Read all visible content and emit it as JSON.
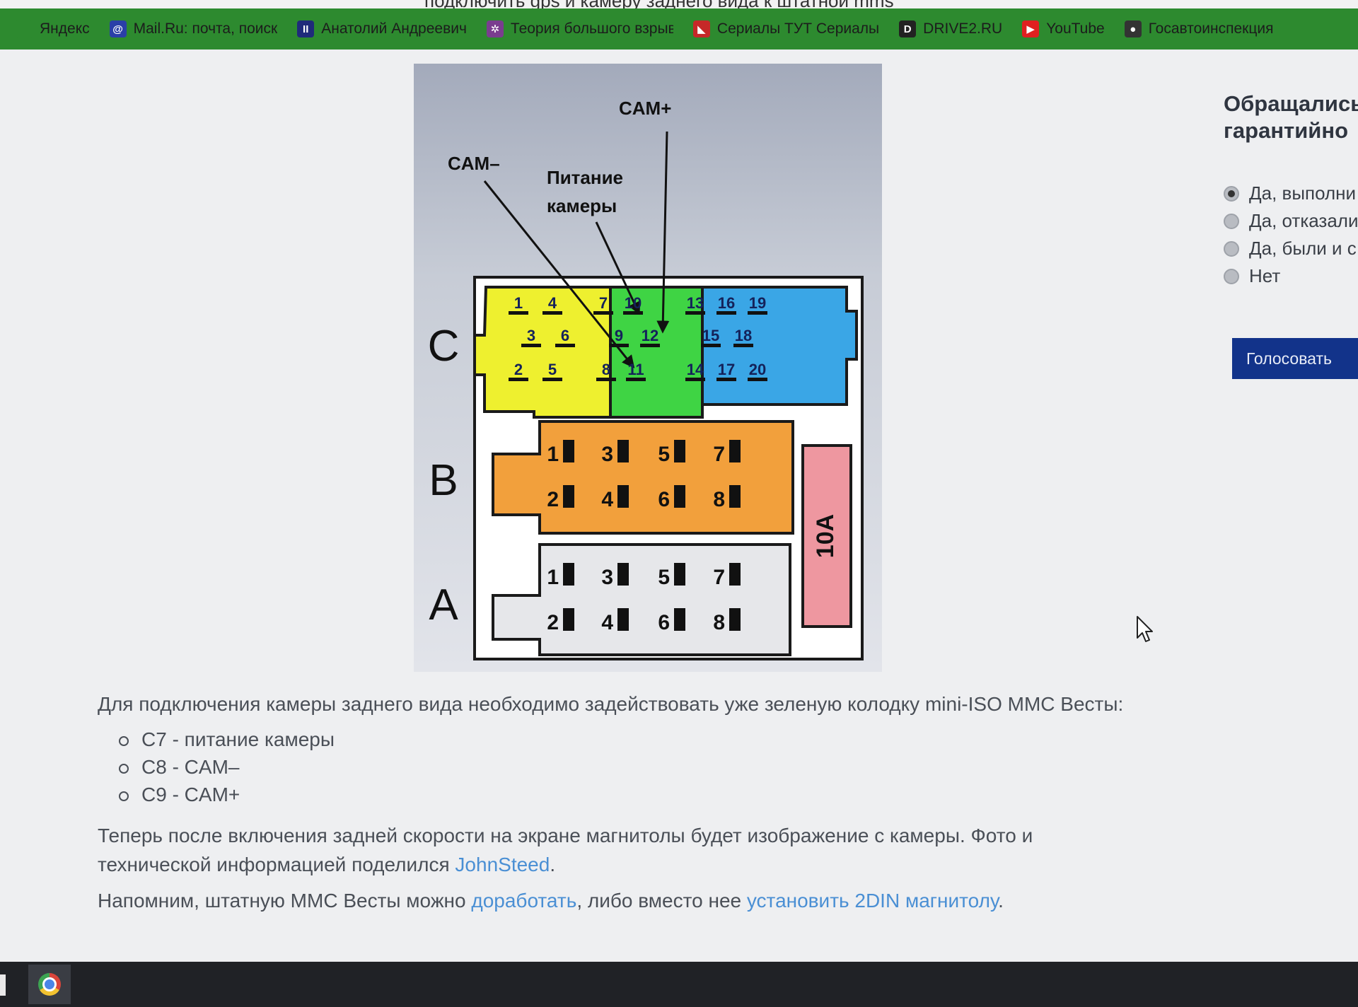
{
  "browser": {
    "url": "подключить gps и камеру заднего вида к штатной mms",
    "bookmarks": [
      {
        "label": "Яндекс",
        "icon": "yandex-icon",
        "color": "#2d8a2f",
        "glyph": ""
      },
      {
        "label": "Mail.Ru: почта, поиск",
        "icon": "mailru-icon",
        "color": "#2a3fa8",
        "glyph": "@"
      },
      {
        "label": "Анатолий Андреевич",
        "icon": "pause-icon",
        "color": "#1f2a7a",
        "glyph": "II"
      },
      {
        "label": "Теория большого взрыва",
        "icon": "atom-icon",
        "color": "#7a3d8f",
        "glyph": "✲"
      },
      {
        "label": "Сериалы ТУТ Сериалы",
        "icon": "tv-icon",
        "color": "#c62828",
        "glyph": "◣"
      },
      {
        "label": "DRIVE2.RU",
        "icon": "drive2-icon",
        "color": "#222222",
        "glyph": "D"
      },
      {
        "label": "YouTube",
        "icon": "youtube-icon",
        "color": "#e02020",
        "glyph": "▶"
      },
      {
        "label": "Госавтоинспекция",
        "icon": "gibdd-icon",
        "color": "#333333",
        "glyph": "●"
      }
    ]
  },
  "diagram": {
    "labels": {
      "cam_plus": "CAM+",
      "cam_minus": "CAM–",
      "power_line1": "Питание",
      "power_line2": "камеры",
      "row_c": "C",
      "row_b": "B",
      "row_a": "A",
      "fuse": "10A"
    },
    "colors": {
      "yellow": "#eef02f",
      "green": "#3fd444",
      "blue": "#3aa6e6",
      "orange": "#f2a03c",
      "white": "#e6e7ea",
      "fuse": "#ee97a0"
    },
    "c_pins": [
      "1",
      "4",
      "3",
      "6",
      "2",
      "5",
      "7",
      "10",
      "9",
      "12",
      "8",
      "11",
      "13",
      "16",
      "19",
      "15",
      "18",
      "14",
      "17",
      "20"
    ],
    "b_pins": [
      "1",
      "3",
      "5",
      "7",
      "2",
      "4",
      "6",
      "8"
    ],
    "a_pins": [
      "1",
      "3",
      "5",
      "7",
      "2",
      "4",
      "6",
      "8"
    ]
  },
  "article": {
    "intro": "Для подключения камеры заднего вида необходимо задействовать уже зеленую колодку mini-ISO ММС Весты:",
    "items": [
      "С7 - питание камеры",
      "С8 - CAM–",
      "С9 - CAM+"
    ],
    "p2_text": "Теперь после включения задней скорости на экране магнитолы будет изображение с камеры. Фото и технической информацией поделился ",
    "p2_link": "JohnSteed",
    "p2_end": ".",
    "p3_text": "Напомним, штатную ММС Весты можно ",
    "p3_link1": "доработать",
    "p3_mid": ", либо вместо нее ",
    "p3_link2": "установить 2DIN магнитолу",
    "p3_end": "."
  },
  "poll": {
    "question_line1": "Обращались",
    "question_line2": "гарантийно",
    "options": [
      {
        "label": "Да, выполни",
        "selected": true
      },
      {
        "label": "Да, отказали",
        "selected": false
      },
      {
        "label": "Да, были и с",
        "selected": false
      },
      {
        "label": "Нет",
        "selected": false
      }
    ],
    "vote_label": "Голосовать"
  }
}
